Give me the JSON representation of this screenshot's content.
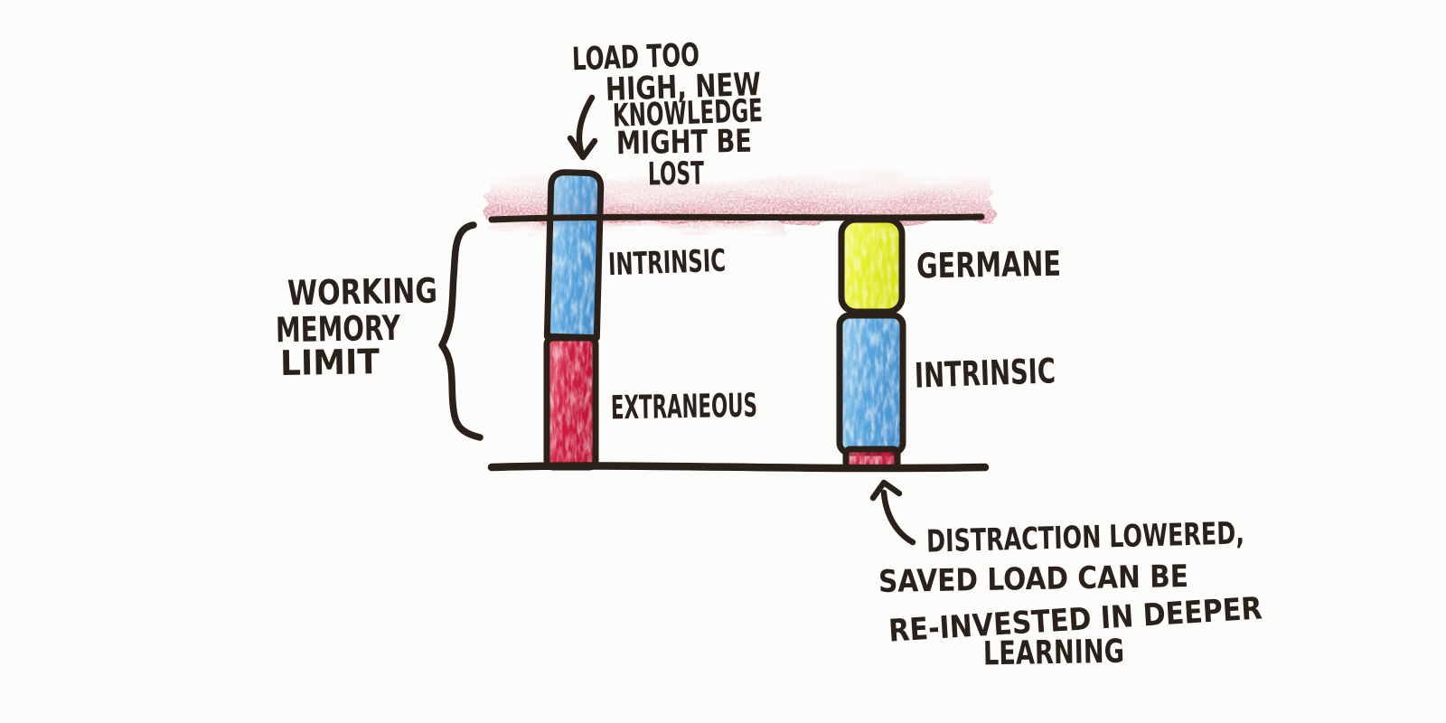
{
  "annotations": {
    "overload": {
      "lines": [
        "LOAD TOO",
        "HIGH, NEW",
        "KNOWLEDGE",
        "MIGHT BE",
        "LOST"
      ]
    },
    "working_memory": {
      "lines": [
        "WORKING",
        "MEMORY",
        "LIMIT"
      ]
    },
    "reinvest": {
      "lines": [
        "DISTRACTION LOWERED,",
        "SAVED LOAD CAN BE",
        "RE-INVESTED IN DEEPER",
        "LEARNING"
      ]
    }
  },
  "bars": {
    "left": {
      "segments": [
        {
          "label": "INTRINSIC",
          "color_key": "blue",
          "exceeds_working_memory_limit": true
        },
        {
          "label": "EXTRANEOUS",
          "color_key": "red",
          "exceeds_working_memory_limit": false
        }
      ]
    },
    "right": {
      "segments": [
        {
          "label": "GERMANE",
          "color_key": "yellow",
          "exceeds_working_memory_limit": false
        },
        {
          "label": "INTRINSIC",
          "color_key": "blue",
          "exceeds_working_memory_limit": false
        },
        {
          "label": "",
          "color_key": "red",
          "exceeds_working_memory_limit": false
        }
      ]
    }
  },
  "colors": {
    "ink": "#2a211a",
    "paper": "#fcfcfa",
    "blue_light": "#9fd0ee",
    "blue": "#58a5de",
    "blue_dark": "#4b93cf",
    "red_light": "#ea5f78",
    "red": "#cf1f42",
    "red_dark": "#c01538",
    "yellow_light": "#f2f86a",
    "yellow": "#e4ee28",
    "yellow_dark": "#d9e41f",
    "limit_shading": "#c23a57"
  }
}
